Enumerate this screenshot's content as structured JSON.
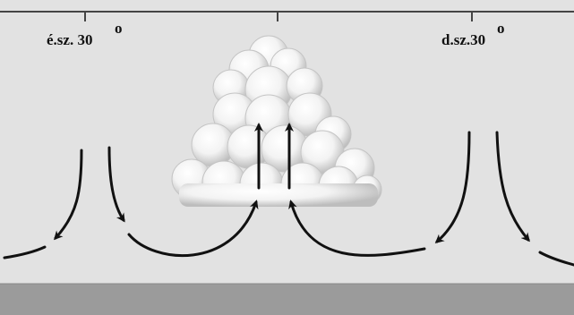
{
  "labels": {
    "north_latitude": "é.sz. 30",
    "south_latitude": "d.sz.30",
    "degree": "o"
  },
  "colors": {
    "sky": "#e2e2e2",
    "ground": "#9b9b9b",
    "top_line": "#444444",
    "arrow": "#111111",
    "cloud_light": "#ffffff",
    "cloud_shadow": "#bdbdbd"
  },
  "icons": {
    "cloud": "cumulus-cloud-icon",
    "arrows": "circulation-arrow-icon"
  }
}
